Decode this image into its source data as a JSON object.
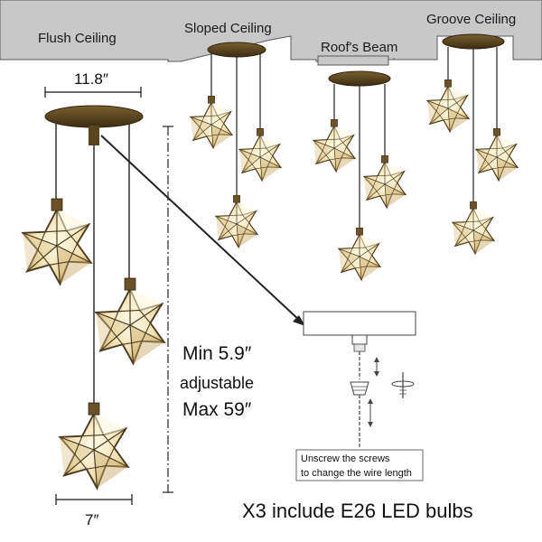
{
  "ceiling_types": {
    "flush": "Flush Ceiling",
    "sloped": "Sloped Ceiling",
    "beam": "Roof's Beam",
    "groove": "Groove Ceiling"
  },
  "dimensions": {
    "canopy_width": "11.8″",
    "shade_width": "7″",
    "min_height": "Min 5.9″",
    "adjustable": "adjustable",
    "max_height": "Max 59″"
  },
  "detail_note": {
    "line1": "Unscrew the screws",
    "line2": "to change the wire length"
  },
  "footer": "X3 include E26 LED bulbs",
  "colors": {
    "ceiling": "#c9c9c9",
    "canopy": "#5a4520",
    "canopy_edge": "#3a2c14",
    "glass": "#f6e8c4",
    "glass_shadow": "#d8c08a",
    "frame": "#4a3a1e"
  }
}
